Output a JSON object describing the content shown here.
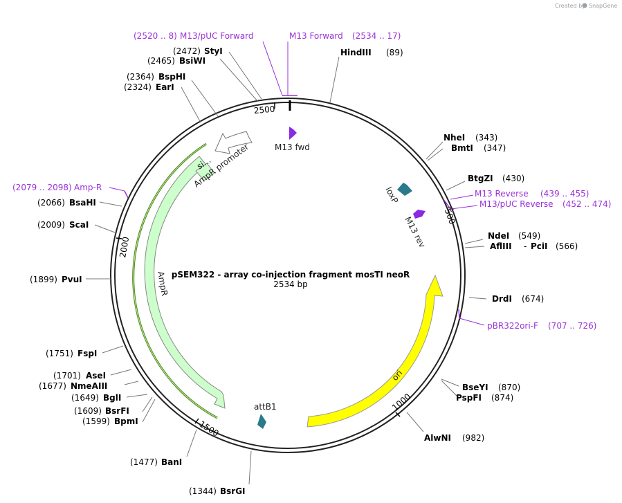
{
  "watermark": {
    "created_by": "Created by",
    "brand": "SnapGene"
  },
  "plasmid": {
    "name": "pSEM322 - array co-injection fragment mosTI neoR",
    "length": "2534 bp"
  },
  "ruler_ticks": [
    "2500",
    "500",
    "1000",
    "1500",
    "2000"
  ],
  "features": {
    "m13fwd": "M13 fwd",
    "loxp": "loxP",
    "m13rev": "M13 rev",
    "ori": "ori",
    "attb1": "attB1",
    "ampr": "AmpR",
    "ampr_promoter": "AmpR promoter",
    "si": "si..."
  },
  "sites": [
    {
      "name": "HindIII",
      "pos": "(89)"
    },
    {
      "name": "NheI",
      "pos": "(343)"
    },
    {
      "name": "BmtI",
      "pos": "(347)"
    },
    {
      "name": "BtgZI",
      "pos": "(430)"
    },
    {
      "name": "NdeI",
      "pos": "(549)"
    },
    {
      "name": "AflIII",
      "pos": "(566)"
    },
    {
      "name": "PciI",
      "pos": ""
    },
    {
      "name": "DrdI",
      "pos": "(674)"
    },
    {
      "name": "BseYI",
      "pos": "(870)"
    },
    {
      "name": "PspFI",
      "pos": "(874)"
    },
    {
      "name": "AlwNI",
      "pos": "(982)"
    },
    {
      "name": "BsrGI",
      "pos": "(1344)"
    },
    {
      "name": "BanI",
      "pos": "(1477)"
    },
    {
      "name": "BpmI",
      "pos": "(1599)"
    },
    {
      "name": "BsrFI",
      "pos": "(1609)"
    },
    {
      "name": "BglI",
      "pos": "(1649)"
    },
    {
      "name": "NmeAIII",
      "pos": "(1677)"
    },
    {
      "name": "AseI",
      "pos": "(1701)"
    },
    {
      "name": "FspI",
      "pos": "(1751)"
    },
    {
      "name": "PvuI",
      "pos": "(1899)"
    },
    {
      "name": "ScaI",
      "pos": "(2009)"
    },
    {
      "name": "BsaHI",
      "pos": "(2066)"
    },
    {
      "name": "EarI",
      "pos": "(2324)"
    },
    {
      "name": "BspHI",
      "pos": "(2364)"
    },
    {
      "name": "BsiWI",
      "pos": "(2465)"
    },
    {
      "name": "StyI",
      "pos": "(2472)"
    }
  ],
  "primers": [
    {
      "name": "M13/pUC Forward",
      "range": "(2520 .. 8)"
    },
    {
      "name": "M13 Forward",
      "range": "(2534 .. 17)"
    },
    {
      "name": "M13 Reverse",
      "range": "(439 .. 455)"
    },
    {
      "name": "M13/pUC Reverse",
      "range": "(452 .. 474)"
    },
    {
      "name": "pBR322ori-F",
      "range": "(707 .. 726)"
    },
    {
      "name": "Amp-R",
      "range": "(2079 .. 2098)"
    }
  ],
  "colors": {
    "primer": "#9b30d9",
    "ori": "#ffff00",
    "ampr_fill": "#ccffcc",
    "ampr_green": "#4a8a1a",
    "loxp": "#2b7a8c",
    "m13": "#8a2be2"
  }
}
